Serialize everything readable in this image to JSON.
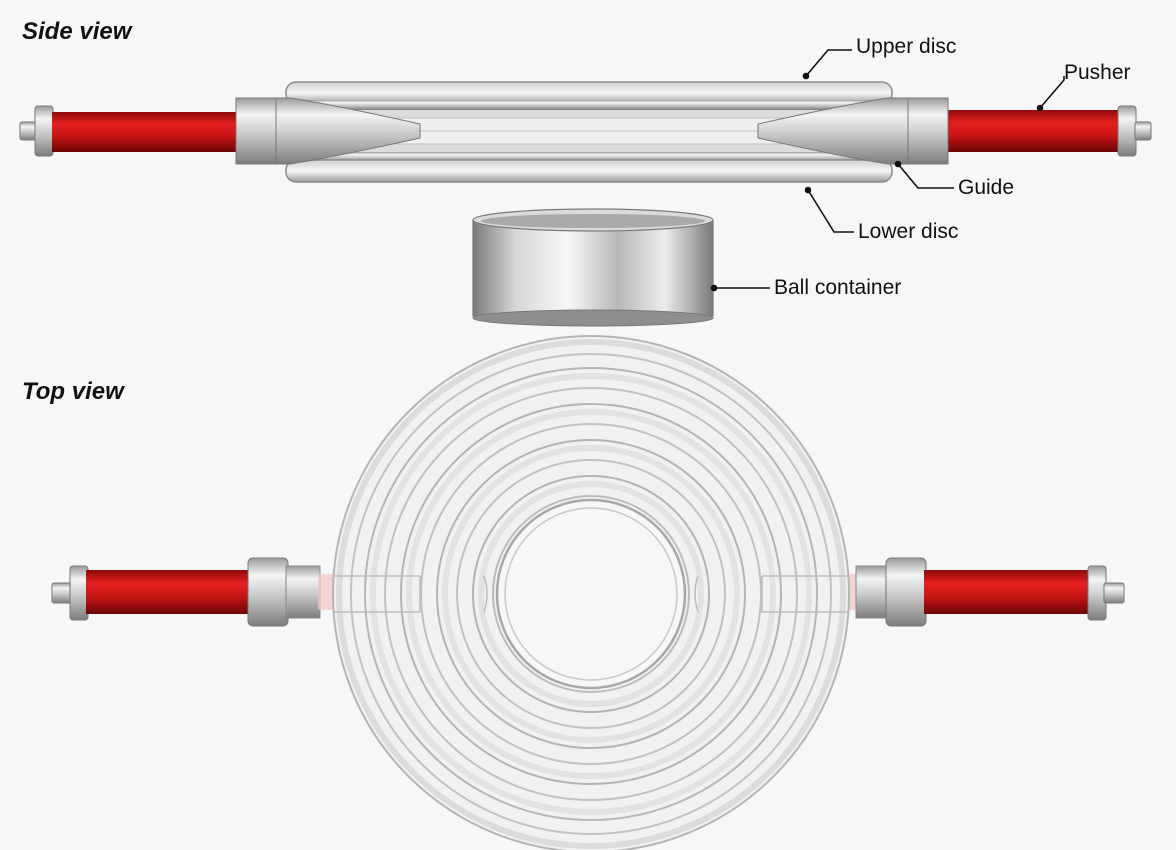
{
  "side_view": {
    "title": "Side view",
    "labels": {
      "upper_disc": "Upper disc",
      "pusher": "Pusher",
      "guide": "Guide",
      "lower_disc": "Lower disc",
      "ball_container": "Ball container"
    }
  },
  "top_view": {
    "title": "Top view"
  },
  "colors": {
    "background": "#f7f7f7",
    "pusher_red": "#d11818",
    "metal_light": "#f2f2f2",
    "metal_dark": "#8a8a8a",
    "ring_outline": "#b9b9b9",
    "label_text": "#111111"
  }
}
